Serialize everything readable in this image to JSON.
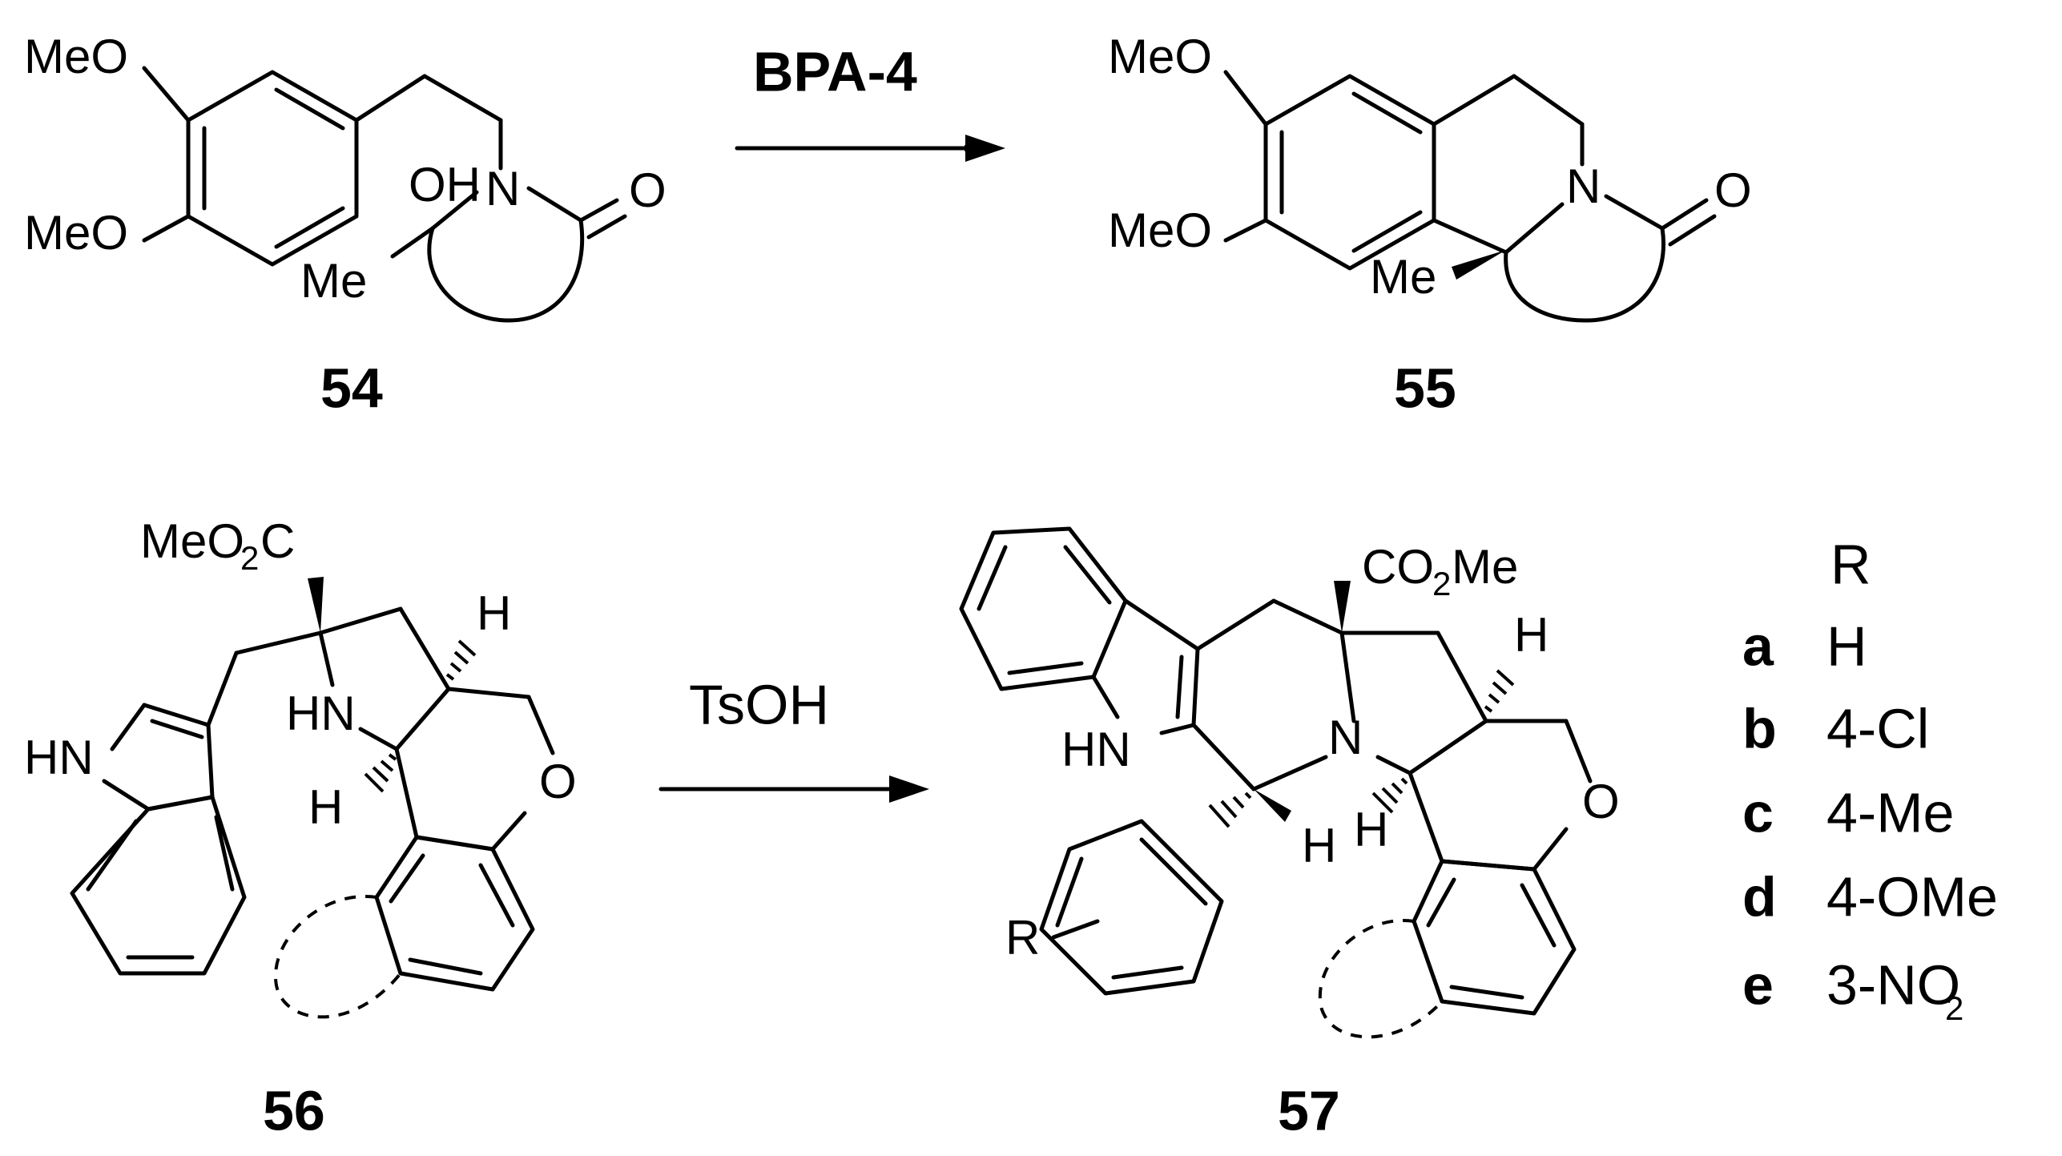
{
  "reaction1": {
    "reactant": {
      "number": "54",
      "groups": {
        "ome_top": "MeO",
        "ome_bottom": "MeO",
        "oh": "OH",
        "n": "N",
        "o": "O",
        "me": "Me"
      }
    },
    "reagent": "BPA-4",
    "product": {
      "number": "55",
      "groups": {
        "ome_top": "MeO",
        "ome_bottom": "MeO",
        "n": "N",
        "o": "O",
        "me": "Me"
      }
    }
  },
  "reaction2": {
    "reactant": {
      "number": "56",
      "groups": {
        "ester_main": "MeO",
        "ester_sub": "2",
        "ester_tail": "C",
        "nh_indole": "HN",
        "nh_ring": "HN",
        "h_top": "H",
        "h_bottom": "H",
        "o": "O"
      }
    },
    "reagent": "TsOH",
    "product": {
      "number": "57",
      "groups": {
        "ester_head": "CO",
        "ester_sub": "2",
        "ester_tail": "Me",
        "nh_indole": "HN",
        "n": "N",
        "h_top": "H",
        "h_mid": "H",
        "h_low": "H",
        "o": "O",
        "r": "R"
      }
    }
  },
  "substituents": {
    "header": "R",
    "items": [
      {
        "letter": "a",
        "value": "H",
        "sub": ""
      },
      {
        "letter": "b",
        "value": "4-Cl",
        "sub": ""
      },
      {
        "letter": "c",
        "value": "4-Me",
        "sub": ""
      },
      {
        "letter": "d",
        "value": "4-OMe",
        "sub": ""
      },
      {
        "letter": "e",
        "value": "3-NO",
        "sub": "2"
      }
    ]
  }
}
